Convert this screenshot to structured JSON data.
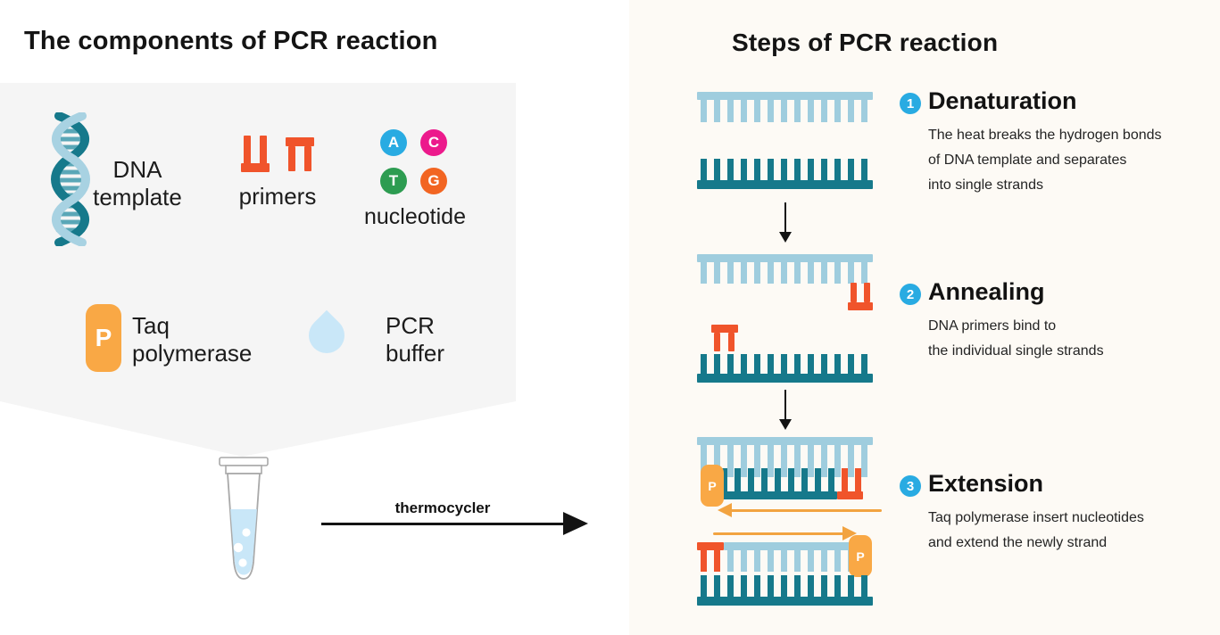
{
  "colors": {
    "right_panel_bg": "#FDFAF5",
    "components_box_bg": "#F5F5F5",
    "strand_teal": "#16798B",
    "strand_light_blue": "#9FCDDE",
    "primer_orange": "#F0542B",
    "polymerase_pill_orange": "#F9A845",
    "extension_arrow_orange": "#F2A340",
    "step_badge_blue": "#29ABE2",
    "buffer_drop_blue": "#C9E7F8"
  },
  "left_panel": {
    "title": "The components of PCR reaction",
    "dna_template": {
      "line1": "DNA",
      "line2": "template"
    },
    "primers_label": "primers",
    "nucleotide": {
      "label": "nucleotide",
      "bases": [
        {
          "letter": "A",
          "color": "#29ABE2"
        },
        {
          "letter": "C",
          "color": "#EC1A8C"
        },
        {
          "letter": "T",
          "color": "#2D9C51"
        },
        {
          "letter": "G",
          "color": "#F26522"
        }
      ]
    },
    "taq_polymerase": {
      "icon_letter": "P",
      "line1": "Taq",
      "line2": "polymerase"
    },
    "pcr_buffer": {
      "line1": "PCR",
      "line2": "buffer"
    },
    "thermocycler_label": "thermocycler"
  },
  "right_panel": {
    "title": "Steps of PCR reaction",
    "polymerase_letter": "P",
    "steps": [
      {
        "number": "1",
        "name": "Denaturation",
        "desc_lines": [
          "The heat breaks the hydrogen bonds",
          "of DNA template and separates",
          "into single strands"
        ]
      },
      {
        "number": "2",
        "name": "Annealing",
        "desc_lines": [
          "DNA primers bind to",
          "the individual single strands"
        ]
      },
      {
        "number": "3",
        "name": "Extension",
        "desc_lines": [
          "Taq polymerase insert nucleotides",
          "and extend the newly strand"
        ]
      }
    ]
  }
}
